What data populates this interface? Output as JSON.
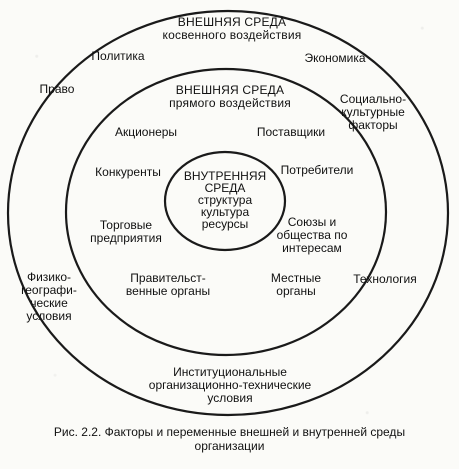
{
  "diagram": {
    "outer_zone": {
      "title": "ВНЕШНЯЯ СРЕДА",
      "subtitle": "косвенного воздействия",
      "factors": {
        "politics": [
          "Политика"
        ],
        "law": [
          "Право"
        ],
        "economy": [
          "Экономика"
        ],
        "sociocultural": [
          "Социально-",
          "культурные",
          "факторы"
        ],
        "physical": [
          "Физико-",
          "географи-",
          "ческие",
          "условия"
        ],
        "technology": [
          "Технология"
        ],
        "institutional": [
          "Институциональные",
          "организационно-технические",
          "условия"
        ]
      }
    },
    "middle_zone": {
      "title": "ВНЕШНЯЯ СРЕДА",
      "subtitle": "прямого воздействия",
      "factors": {
        "shareholders": [
          "Акционеры"
        ],
        "suppliers": [
          "Поставщики"
        ],
        "competitors": [
          "Конкуренты"
        ],
        "consumers": [
          "Потребители"
        ],
        "trade": [
          "Торговые",
          "предприятия"
        ],
        "unions": [
          "Союзы и",
          "общества по",
          "интересам"
        ],
        "government": [
          "Правительст-",
          "венные органы"
        ],
        "local": [
          "Местные",
          "органы"
        ]
      }
    },
    "inner_zone": {
      "lines": [
        "ВНУТРЕННЯЯ",
        "СРЕДА",
        "структура",
        "культура",
        "ресурсы"
      ]
    }
  },
  "caption": {
    "line1": "Рис. 2.2. Факторы и переменные внешней и внутренней среды",
    "line2": "организации"
  }
}
